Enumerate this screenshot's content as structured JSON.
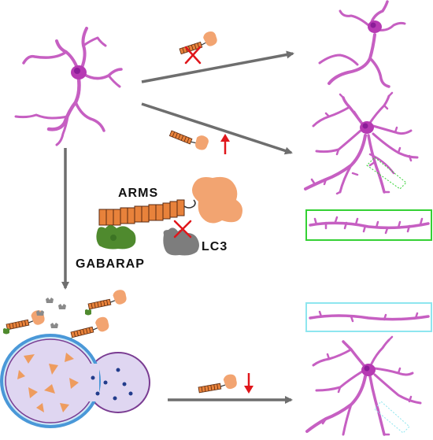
{
  "labels": {
    "arms": "ARMS",
    "gabarap": "GABARAP",
    "lc3": "LC3"
  },
  "colors": {
    "neuron": "#c65fc2",
    "neuron_body": "#b63ab3",
    "neuron_nucleus": "#8b1d98",
    "arms_fill": "#e8823b",
    "arms_stroke": "#5a2a10",
    "blob": "#f2a471",
    "gabarap": "#4f8a2e",
    "lc3": "#7d7d7d",
    "arrow": "#6e6e6e",
    "red": "#e0161b",
    "green_box": "#34d134",
    "cyan_box": "#8ee6ef",
    "autophagosome": "#dfd6f1",
    "lysosome_ring": "#4a98d8",
    "lysosome_cargo": "#ee9c5f",
    "lysosome_dots": "#223c8c"
  },
  "icons": [
    "not-allowed-cross-icon",
    "increase-arrow-icon",
    "decrease-arrow-icon"
  ]
}
